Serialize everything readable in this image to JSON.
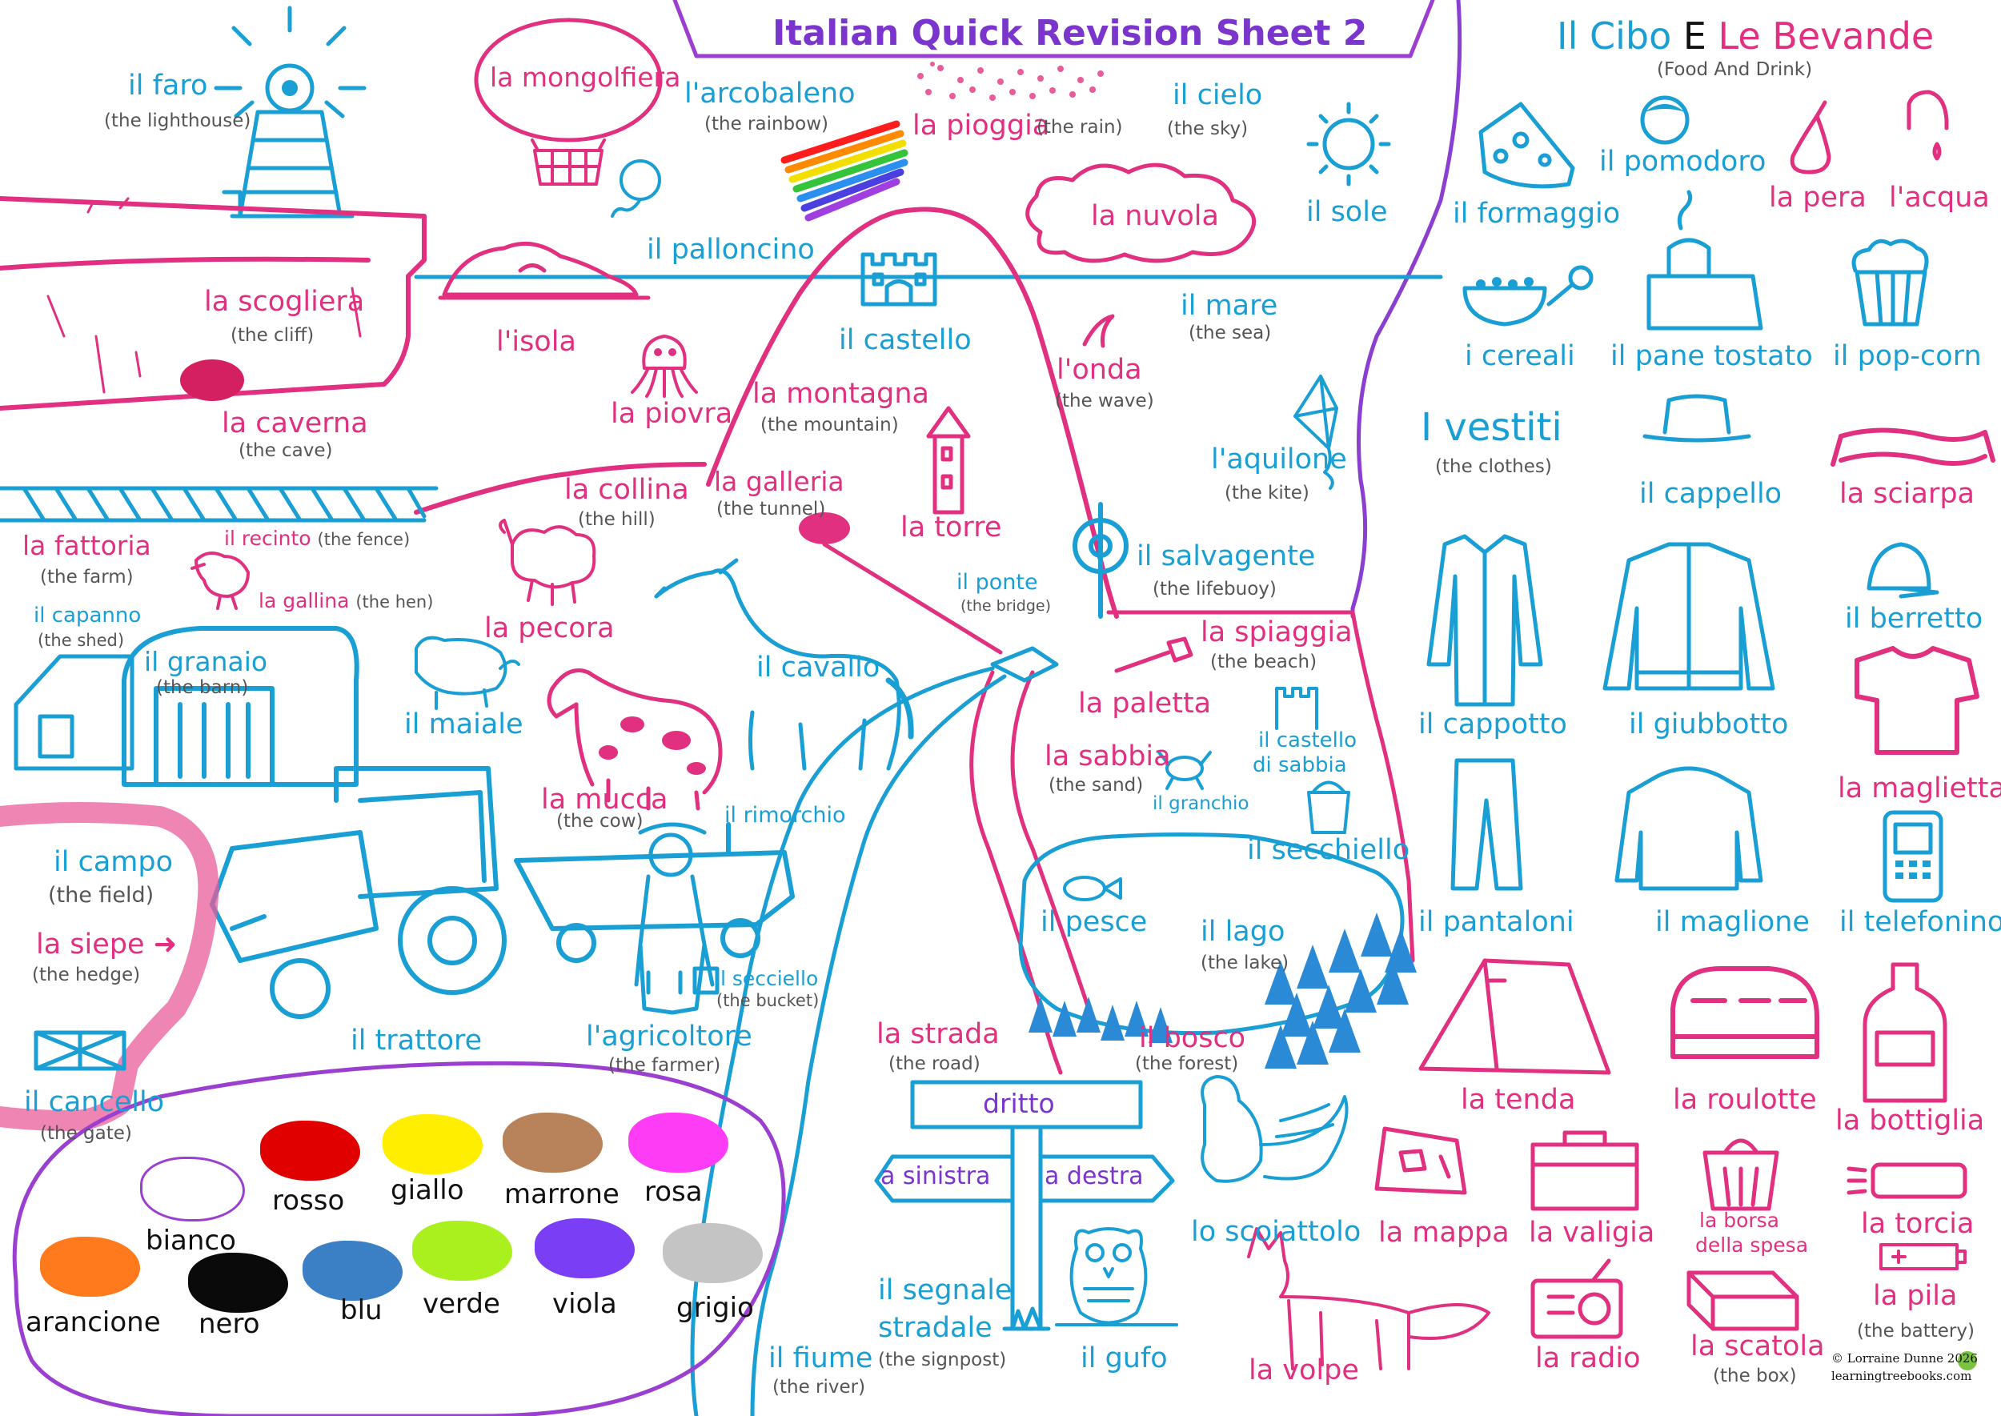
{
  "title": "Italian Quick Revision Sheet 2",
  "colors": {
    "blue": "#1a9fd4",
    "pink": "#e0307f",
    "purple": "#7a35cc",
    "gloss": "#555555"
  },
  "food": {
    "heading_a": "Il Cibo",
    "heading_e": "E",
    "heading_b": "Le Bevande",
    "subheading": "(Food And Drink)",
    "formaggio": "il formaggio",
    "pomodoro": "il pomodoro",
    "pera": "la pera",
    "acqua": "l'acqua",
    "cereali": "i cereali",
    "pane": "il pane tostato",
    "popcorn": "il pop-corn"
  },
  "clothes": {
    "heading": "I vestiti",
    "gloss": "(the clothes)",
    "cappello": "il cappello",
    "sciarpa": "la sciarpa",
    "berretto": "il berretto",
    "cappotto": "il cappotto",
    "giubbotto": "il giubbotto",
    "maglietta": "la maglietta",
    "pantaloni": "il pantaloni",
    "maglione": "il maglione",
    "telefonino": "il telefonino"
  },
  "camping": {
    "tenda": "la tenda",
    "roulotte": "la roulotte",
    "bottiglia": "la bottiglia",
    "mappa": "la mappa",
    "valigia": "la valigia",
    "borsa_1": "la borsa",
    "borsa_2": "della spesa",
    "torcia": "la torcia",
    "pila": "la pila",
    "pila_gloss": "(the battery)",
    "radio": "la radio",
    "scatola": "la scatola",
    "scatola_gloss": "(the box)"
  },
  "credit": {
    "line1": "© Lorraine Dunne 2026",
    "line2": "learningtreebooks.com"
  },
  "scene": {
    "faro": "il faro",
    "faro_gloss": "(the lighthouse)",
    "mongolfiera": "la mongolfiera",
    "arcobaleno": "l'arcobaleno",
    "arcobaleno_gloss": "(the rainbow)",
    "pioggia": "la pioggia",
    "pioggia_gloss": "(the rain)",
    "cielo": "il cielo",
    "cielo_gloss": "(the sky)",
    "sole": "il sole",
    "nuvola": "la nuvola",
    "palloncino": "il palloncino",
    "scogliera": "la scogliera",
    "scogliera_gloss": "(the cliff)",
    "isola": "l'isola",
    "caverna": "la caverna",
    "caverna_gloss": "(the cave)",
    "piovra": "la piovra",
    "castello": "il castello",
    "montagna": "la montagna",
    "montagna_gloss": "(the mountain)",
    "mare": "il mare",
    "mare_gloss": "(the sea)",
    "onda": "l'onda",
    "onda_gloss": "(the wave)",
    "aquilone": "l'aquilone",
    "aquilone_gloss": "(the kite)",
    "collina": "la collina",
    "collina_gloss": "(the hill)",
    "galleria": "la galleria",
    "galleria_gloss": "(the tunnel)",
    "torre": "la torre",
    "fattoria": "la fattoria",
    "fattoria_gloss": "(the farm)",
    "recinto": "il recinto",
    "recinto_gloss": "(the fence)",
    "gallina": "la gallina",
    "gallina_gloss": "(the hen)",
    "pecora": "la pecora",
    "salvagente": "il salvagente",
    "salvagente_gloss": "(the lifebuoy)",
    "ponte": "il ponte",
    "ponte_gloss": "(the bridge)",
    "capanno": "il capanno",
    "capanno_gloss": "(the shed)",
    "granaio": "il granaio",
    "granaio_gloss": "(the barn)",
    "maiale": "il maiale",
    "cavallo": "il cavallo",
    "spiaggia": "la spiaggia",
    "spiaggia_gloss": "(the beach)",
    "paletta": "la paletta",
    "sabbia": "la sabbia",
    "sabbia_gloss": "(the sand)",
    "castello_sabbia_1": "il castello",
    "castello_sabbia_2": "di sabbia",
    "granchio": "il granchio",
    "mucca": "la mucca",
    "mucca_gloss": "(the cow)",
    "rimorchio": "il rimorchio",
    "secchiello_beach": "il secchiello",
    "campo": "il campo",
    "campo_gloss": "(the field)",
    "siepe": "la siepe",
    "siepe_gloss": "(the hedge)",
    "pesce": "il pesce",
    "lago": "il lago",
    "lago_gloss": "(the lake)",
    "secciello": "il secciello",
    "secciello_gloss": "(the bucket)",
    "trattore": "il trattore",
    "agricoltore": "l'agricoltore",
    "agricoltore_gloss": "(the farmer)",
    "strada": "la strada",
    "strada_gloss": "(the road)",
    "bosco": "il bosco",
    "bosco_gloss": "(the forest)",
    "cancello": "il cancello",
    "cancello_gloss": "(the gate)",
    "dritto": "dritto",
    "sinistra": "a sinistra",
    "destra": "a destra",
    "scoiattolo": "lo scoiattolo",
    "segnale_1": "il segnale",
    "segnale_2": "stradale",
    "segnale_gloss": "(the signpost)",
    "fiume": "il fiume",
    "fiume_gloss": "(the river)",
    "gufo": "il gufo",
    "volpe": "la volpe"
  },
  "palette": [
    {
      "name": "rosso",
      "color": "#e00000"
    },
    {
      "name": "giallo",
      "color": "#ffee00"
    },
    {
      "name": "marrone",
      "color": "#b8825a"
    },
    {
      "name": "rosa",
      "color": "#ff3cf5"
    },
    {
      "name": "bianco",
      "color": "#ffffff"
    },
    {
      "name": "arancione",
      "color": "#ff7a1c"
    },
    {
      "name": "nero",
      "color": "#0a0a0a"
    },
    {
      "name": "blu",
      "color": "#3b7fc4"
    },
    {
      "name": "verde",
      "color": "#aaf01e"
    },
    {
      "name": "viola",
      "color": "#7a3ff5"
    },
    {
      "name": "grigio",
      "color": "#c4c4c4"
    }
  ]
}
